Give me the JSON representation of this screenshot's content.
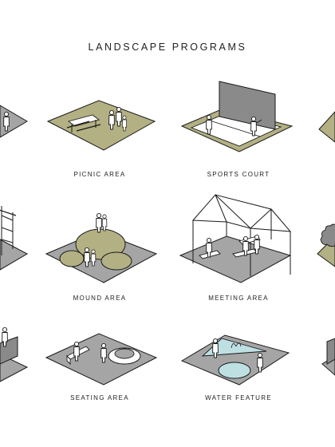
{
  "title": "LANDSCAPE PROGRAMS",
  "colors": {
    "olive": "#b3b083",
    "gray": "#a5a5a5",
    "dark_gray": "#8a8a8a",
    "water": "#bfe0e3",
    "ink": "#1a1a1a"
  },
  "programs": [
    {
      "label": "PICNIC AREA",
      "fill": "olive",
      "icon": "picnic-table-icon"
    },
    {
      "label": "SPORTS COURT",
      "fill": "olive",
      "icon": "court-wall-icon"
    },
    {
      "label": "MOUND AREA",
      "fill": "gray",
      "icon": "mounds-icon"
    },
    {
      "label": "MEETING AREA",
      "fill": "gray",
      "icon": "tent-canopy-icon"
    },
    {
      "label": "SEATING AREA",
      "fill": "gray",
      "icon": "bench-ring-icon"
    },
    {
      "label": "WATER FEATURE",
      "fill": "gray",
      "icon": "fountain-pool-icon"
    }
  ]
}
